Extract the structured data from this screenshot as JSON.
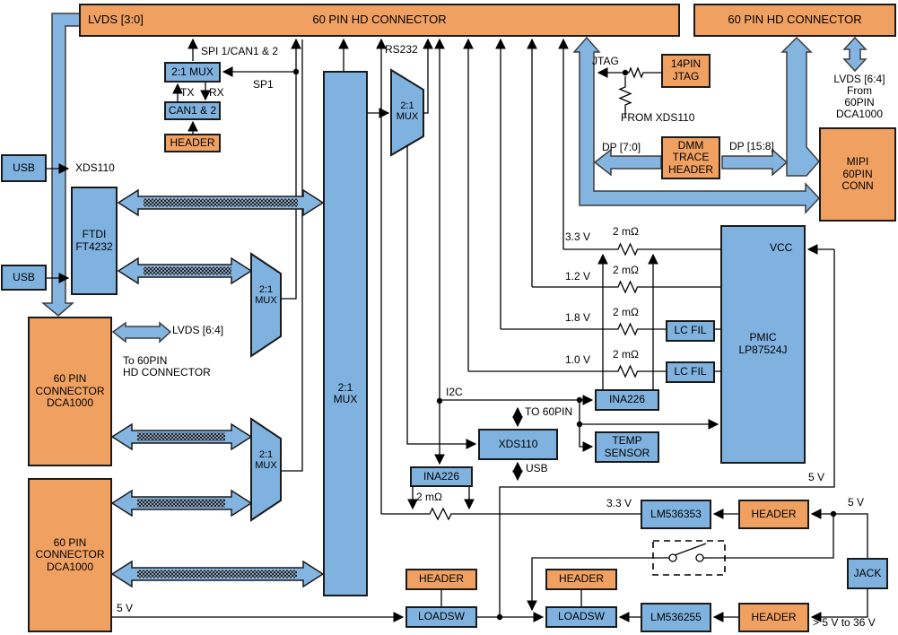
{
  "colors": {
    "block_orange": "#F0A161",
    "block_blue": "#7FB2DF",
    "bus_arrow_blue": "#84B5E1",
    "wire": "#000000",
    "background": "#FFFFFF"
  },
  "connectors": {
    "left_title": "60 PIN HD CONNECTOR",
    "right_title": "60 PIN HD CONNECTOR",
    "lvds_label": "LVDS [3:0]"
  },
  "blocks": {
    "usb_top": "USB",
    "usb_bottom": "USB",
    "spi_mux": "2:1 MUX",
    "can": "CAN1 & 2",
    "can_header": "HEADER",
    "ftdi": "FTDI\nFT4232",
    "dca_top": "60 PIN\nCONNECTOR\nDCA1000",
    "dca_bottom": "60 PIN\nCONNECTOR\nDCA1000",
    "big_mux": "2:1\nMUX",
    "rs232_mux": "2:1\nMUX",
    "mux_upper": "2:1\nMUX",
    "mux_lower": "2:1\nMUX",
    "jtag14": "14PIN\nJTAG",
    "dmm": "DMM\nTRACE\nHEADER",
    "mipi": "MIPI\n60PIN\nCONN",
    "pmic": "PMIC\nLP87524J",
    "vcc": "VCC",
    "lcfil_1": "LC FIL",
    "lcfil_2": "LC FIL",
    "ina_right": "INA226",
    "ina_center": "INA226",
    "temp": "TEMP\nSENSOR",
    "xds": "XDS110",
    "lm_buck_33": "LM536353",
    "lm_buck_5": "LM536255",
    "header_1": "HEADER",
    "header_2": "HEADER",
    "header_3": "HEADER",
    "header_4": "HEADER",
    "loadsw_1": "LOADSW",
    "loadsw_2": "LOADSW",
    "jack": "JACK"
  },
  "labels": {
    "spi_can": "SPI 1/CAN1 & 2",
    "sp1": "SP1",
    "tx": "TX",
    "rx": "RX",
    "xds_ref": "XDS110",
    "rs232": "RS232",
    "jtag": "JTAG",
    "from_xds": "FROM XDS110",
    "dp_low": "DP [7:0]",
    "dp_high": "DP [15:8]",
    "lvds_right": "LVDS [6:4]\nFrom\n60PIN\nDCA1000",
    "lvds_left": "LVDS [6:4]",
    "to_60pin_hd": "To 60PIN\nHD CONNECTOR",
    "rail_33": "3.3 V",
    "rail_12": "1.2 V",
    "rail_18": "1.8 V",
    "rail_10": "1.0 V",
    "shunt": "2 mΩ",
    "i2c": "I2C",
    "to_60pin": "TO 60PIN",
    "usb": "USB",
    "v5": "5 V",
    "v33": "3.3 V",
    "vin_range": "> 5 V to 36 V"
  }
}
